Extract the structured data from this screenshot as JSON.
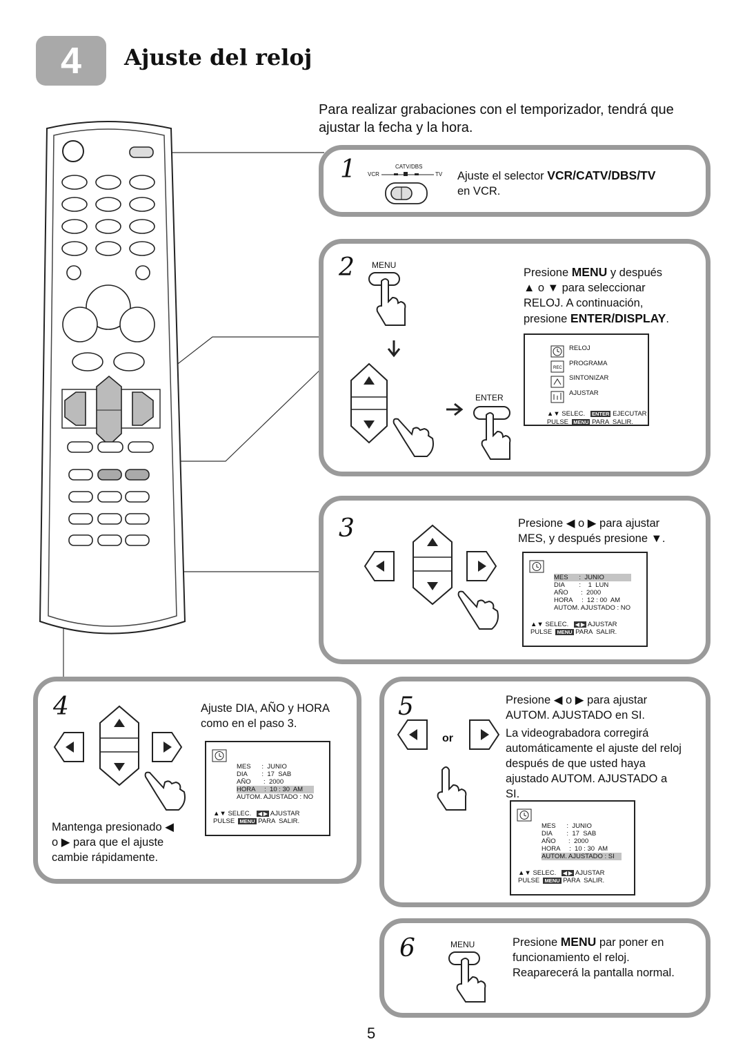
{
  "header": {
    "step_number": "4",
    "title": "Ajuste del reloj"
  },
  "intro": "Para realizar grabaciones con el temporizador, tendrá que ajustar la fecha y la hora.",
  "steps": {
    "s1": {
      "num": "1",
      "switch_label_top": "CATV/DBS",
      "switch_label_left": "VCR",
      "switch_label_right": "TV",
      "text_a": "Ajuste el selector ",
      "text_b": "VCR/CATV/DBS/TV",
      "text_c": "en VCR."
    },
    "s2": {
      "num": "2",
      "menu_label": "MENU",
      "enter_label": "ENTER",
      "line1a": "Presione ",
      "line1b": "MENU",
      "line1c": " y después",
      "line2": "▲ o ▼ para seleccionar",
      "line3": "RELOJ. A continuación,",
      "line4a": "presione ",
      "line4b": "ENTER/DISPLAY",
      "line4c": ".",
      "osd": {
        "items": [
          "RELOJ",
          "PROGRAMA",
          "SINTONIZAR",
          "AJUSTAR"
        ],
        "f1a": "▲▼ SELEC.",
        "f1tag": "ENTER",
        "f1b": "EJECUTAR",
        "f2a": "PULSE",
        "f2tag": "MENU",
        "f2b": "PARA  SALIR."
      }
    },
    "s3": {
      "num": "3",
      "line1": "Presione ◀ o ▶ para ajustar",
      "line2": "MES, y después presione ▼.",
      "osd": {
        "r1": "MES      :  JUNIO",
        "r2": "DIA        :    1  LUN",
        "r3": "AÑO       :  2000",
        "r4": "HORA     :  12 : 00  AM",
        "r5": "AUTOM. AJUSTADO : NO",
        "f1a": "▲▼ SELEC.",
        "f1tag": "◀ ▶",
        "f1b": "AJUSTAR",
        "f2a": "PULSE",
        "f2tag": "MENU",
        "f2b": "PARA  SALIR."
      }
    },
    "s4": {
      "num": "4",
      "line1": "Ajuste DIA, AÑO y HORA",
      "line2": "como en el paso 3.",
      "hold1": "Mantenga presionado ◀",
      "hold2": "o ▶ para que el ajuste",
      "hold3": "cambie rápidamente.",
      "osd": {
        "r1": "MES      :  JUNIO",
        "r2": "DIA        :  17  SAB",
        "r3": "AÑO       :  2000",
        "r4": "HORA     :  10 : 30  AM",
        "r5": "AUTOM. AJUSTADO : NO",
        "f1a": "▲▼ SELEC.",
        "f1tag": "◀ ▶",
        "f1b": "AJUSTAR",
        "f2a": "PULSE",
        "f2tag": "MENU",
        "f2b": "PARA  SALIR."
      }
    },
    "s5": {
      "num": "5",
      "or": "or",
      "line1": "Presione ◀ o ▶ para ajustar",
      "line2": "AUTOM. AJUSTADO en SI.",
      "p1": "La videograbadora corregirá",
      "p2": "automáticamente el ajuste del reloj",
      "p3": "después de que usted haya",
      "p4": "ajustado AUTOM. AJUSTADO a",
      "p5": "SI.",
      "osd": {
        "r1": "MES      :  JUNIO",
        "r2": "DIA        :  17  SAB",
        "r3": "AÑO       :  2000",
        "r4": "HORA     :  10 : 30  AM",
        "r5": "AUTOM. AJUSTADO : SI",
        "f1a": "▲▼ SELEC.",
        "f1tag": "◀ ▶",
        "f1b": "AJUSTAR",
        "f2a": "PULSE",
        "f2tag": "MENU",
        "f2b": "PARA  SALIR."
      }
    },
    "s6": {
      "num": "6",
      "menu_label": "MENU",
      "line1a": "Presione ",
      "line1b": "MENU",
      "line1c": " par poner en",
      "line2": "funcionamiento el reloj.",
      "line3": "Reaparecerá la pantalla normal."
    }
  },
  "page_number": "5",
  "icons": [
    "remote-control-icon",
    "hand-press-icon",
    "clock-icon",
    "rec-icon",
    "antenna-icon",
    "adjust-icon",
    "arrow-down-icon",
    "arrow-right-icon"
  ]
}
